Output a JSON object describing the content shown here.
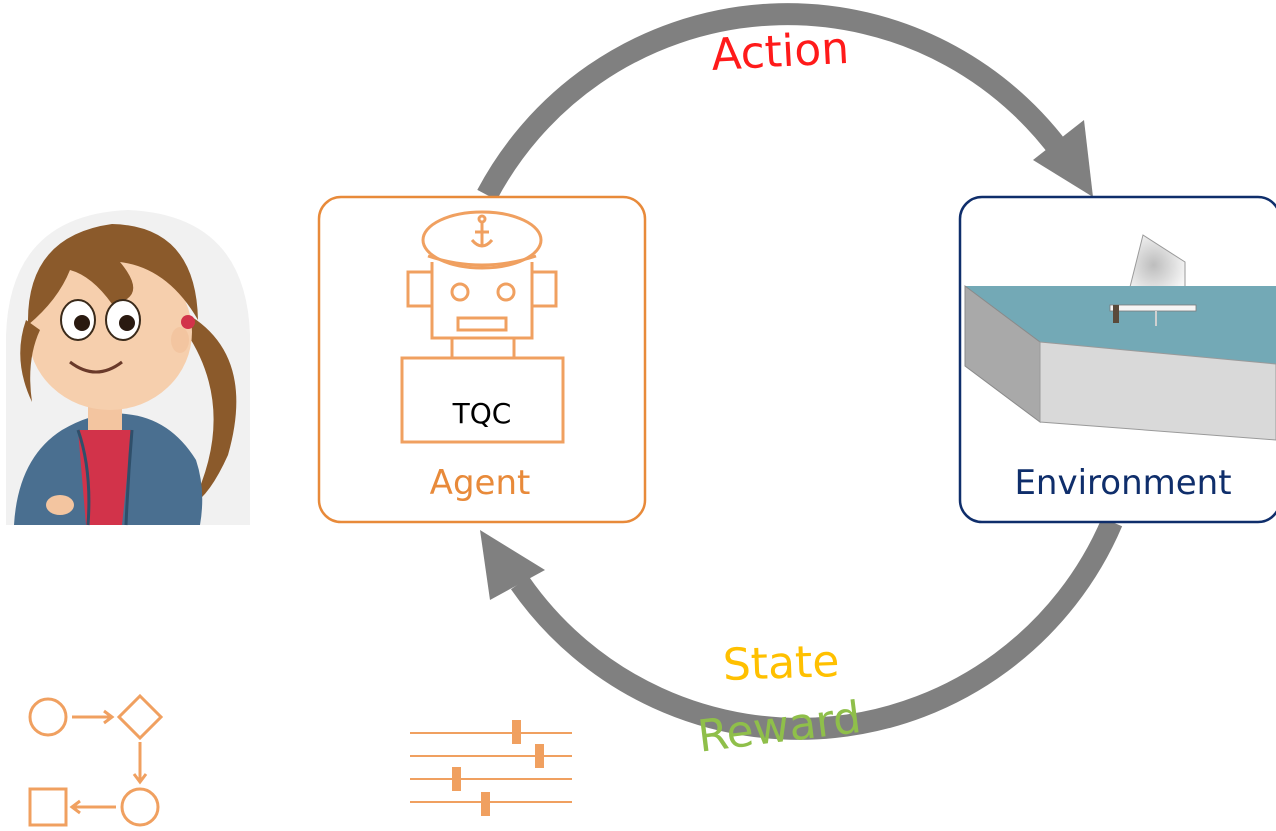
{
  "colors": {
    "agent": "#E88A3A",
    "environment": "#0F2E6B",
    "action": "#FF1A1A",
    "state": "#FFC000",
    "reward": "#8FBF4A",
    "cycle_arrow": "#808080",
    "water": "#6FA7B5",
    "icons": "#F0A060"
  },
  "labels": {
    "action": "Action",
    "state": "State",
    "reward": "Reward",
    "agent": "Agent",
    "tqc": "TQC",
    "environment": "Environment"
  },
  "icons": [
    "user-avatar-icon",
    "robot-captain-icon",
    "anchor-icon",
    "sailboat-pool-icon",
    "workflow-icon",
    "sliders-icon"
  ]
}
